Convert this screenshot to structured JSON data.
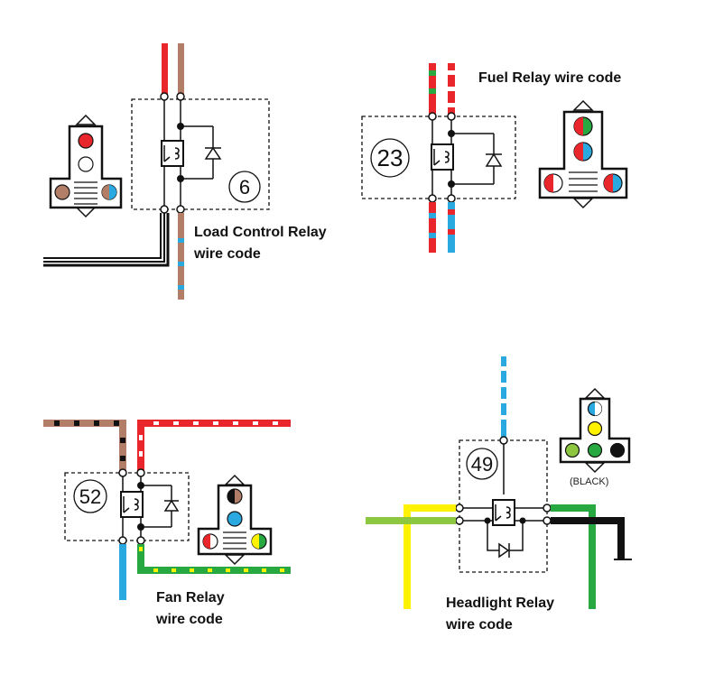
{
  "relays": {
    "load": {
      "number": "6",
      "label_line1": "Load Control Relay",
      "label_line2": "wire code"
    },
    "fuel": {
      "number": "23",
      "label": "Fuel Relay wire code"
    },
    "fan": {
      "number": "52",
      "label_line1": "Fan Relay",
      "label_line2": "wire code"
    },
    "headlight": {
      "number": "49",
      "label_line1": "Headlight Relay",
      "label_line2": "wire code",
      "connector_note": "(BLACK)"
    }
  },
  "colors": {
    "red": "#e8262b",
    "brown": "#b37e68",
    "blue": "#2aa8e0",
    "green": "#27a840",
    "light_green": "#8dc63f",
    "yellow": "#fff200",
    "black": "#111111",
    "white": "#ffffff"
  }
}
